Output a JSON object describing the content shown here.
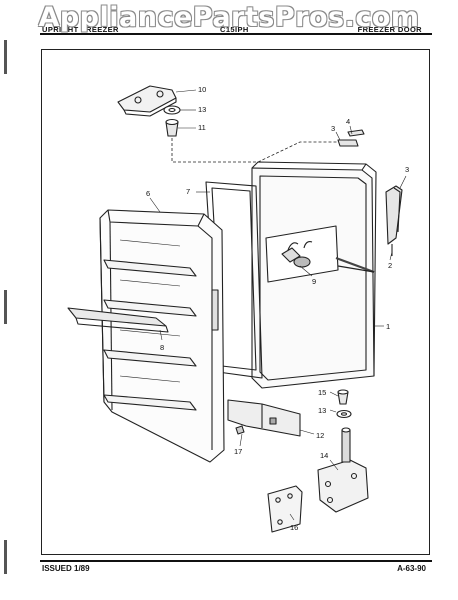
{
  "watermark": "AppliancePartsPros.com",
  "header": {
    "left": "UPRIGHT FREEZER",
    "model": "C15IPH",
    "right": "FREEZER DOOR"
  },
  "footer": {
    "issued": "ISSUED 1/89",
    "page_code": "A-63-90"
  },
  "callouts": {
    "c1": "1",
    "c2": "2",
    "c3a": "3",
    "c3b": "3",
    "c4": "4",
    "c6": "6",
    "c7": "7",
    "c8": "8",
    "c9": "9",
    "c10": "10",
    "c11": "11",
    "c12": "12",
    "c13a": "13",
    "c13b": "13",
    "c14": "14",
    "c15": "15",
    "c16": "16",
    "c17": "17"
  }
}
